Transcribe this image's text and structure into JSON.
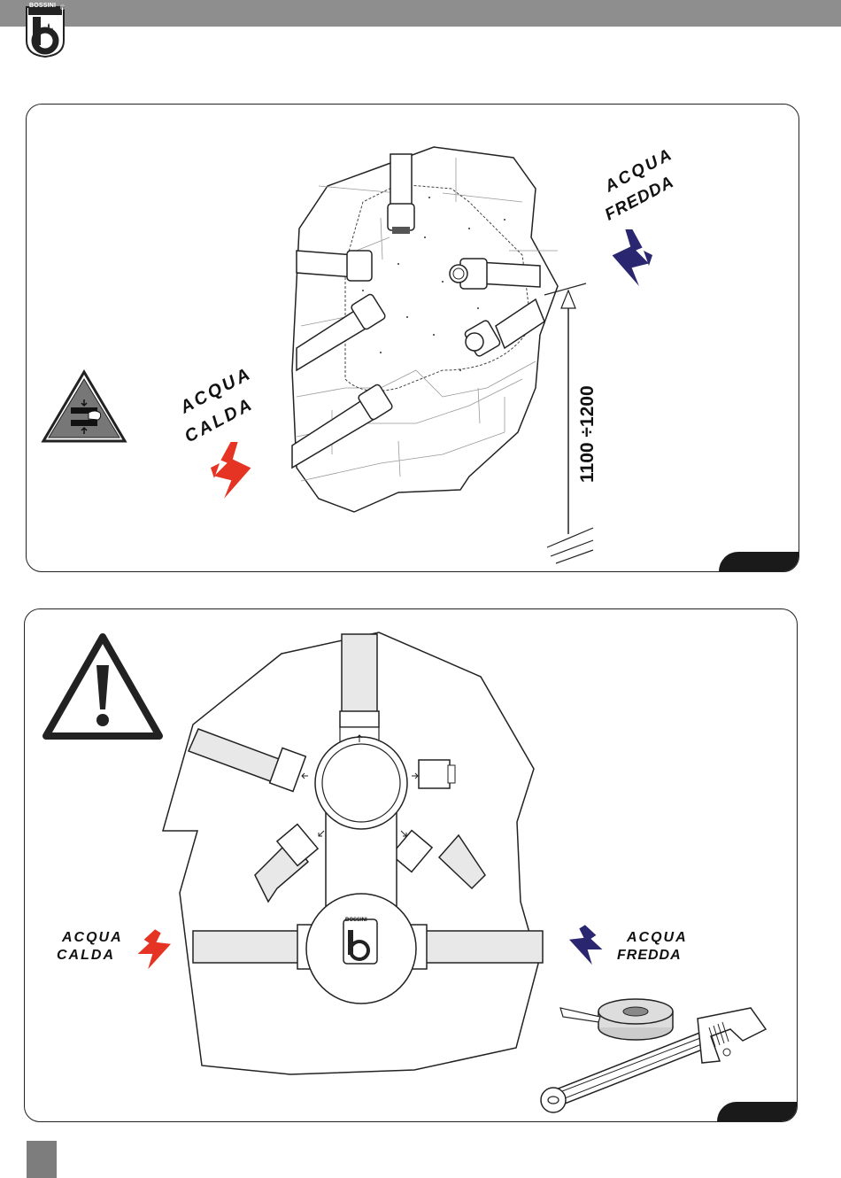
{
  "brand": {
    "name": "BOSSINI",
    "registered": "®"
  },
  "figure1": {
    "hot_label_line1": "ACQUA",
    "hot_label_line2": "CALDA",
    "cold_label_line1": "ACQUA",
    "cold_label_line2": "FREDDA",
    "height_dimension": "1100 ÷1200"
  },
  "figure2": {
    "hot_label_line1": "ACQUA",
    "hot_label_line2": "CALDA",
    "cold_label_line1": "ACQUA",
    "cold_label_line2": "FREDDA",
    "valve_logo": "BOSSINI"
  },
  "colors": {
    "hot": "#e53324",
    "cold": "#2b2670",
    "topbar": "#8e8e8e"
  },
  "icons": [
    "bossini-logo-icon",
    "hand-crush-warning-icon",
    "warning-triangle-icon",
    "hot-water-arrow-icon",
    "cold-water-arrow-icon",
    "teflon-tape-icon",
    "wrench-icon"
  ]
}
